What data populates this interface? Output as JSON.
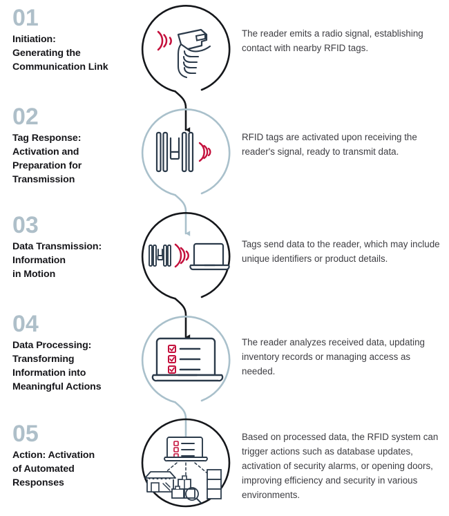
{
  "infographic": {
    "palette": {
      "number_gray": "#aebfc9",
      "title_dark": "#16161a",
      "body_gray": "#3d3d42",
      "circle_dark": "#15171b",
      "circle_light": "#a9c0cb",
      "icon_navy": "#2b3a4a",
      "accent_red": "#c4103c",
      "background": "#ffffff"
    },
    "steps": [
      {
        "number": "01",
        "title": "Initiation:\nGenerating the\nCommunication Link",
        "description": "The reader emits a radio signal, establishing contact with nearby RFID tags.",
        "icon": "rfid-handheld-reader-icon",
        "circle_style": "dark"
      },
      {
        "number": "02",
        "title": "Tag Response:\nActivation and\nPreparation for\nTransmission",
        "description": "RFID tags are activated upon receiving the reader's signal, ready to transmit data.",
        "icon": "rfid-gate-antenna-icon",
        "circle_style": "light"
      },
      {
        "number": "03",
        "title": "Data Transmission:\nInformation\nin Motion",
        "description": "Tags send data to the reader, which may include unique identifiers or product details.",
        "icon": "rfid-tag-to-laptop-icon",
        "circle_style": "dark"
      },
      {
        "number": "04",
        "title": "Data Processing:\nTransforming\nInformation into\nMeaningful Actions",
        "description": "The reader analyzes received data, updating inventory records or managing access as needed.",
        "icon": "laptop-checklist-icon",
        "circle_style": "light"
      },
      {
        "number": "05",
        "title": "Action: Activation\nof Automated\nResponses",
        "description": "Based on processed data, the RFID system can trigger actions such as database updates, activation of security alarms, or opening doors, improving efficiency and security in various environments.",
        "icon": "automated-response-network-icon",
        "circle_style": "dark"
      }
    ]
  }
}
